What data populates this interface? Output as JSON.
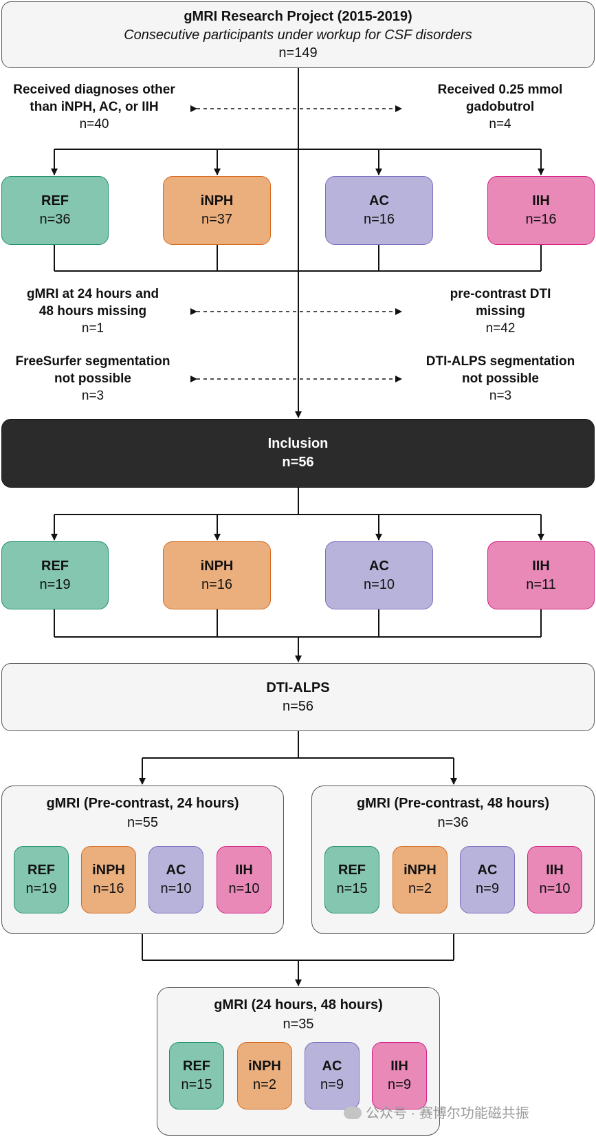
{
  "project": {
    "title": "gMRI Research Project (2015-2019)",
    "subtitle": "Consecutive participants under workup for CSF disorders",
    "n": "n=149"
  },
  "exclusions": {
    "other_diagnoses": {
      "lines": [
        "Received diagnoses other",
        "than iNPH, AC, or IIH"
      ],
      "n": "n=40"
    },
    "gadobutrol": {
      "lines": [
        "Received 0.25 mmol",
        "gadobutrol"
      ],
      "n": "n=4"
    },
    "gmri_missing": {
      "lines": [
        "gMRI at 24 hours and",
        "48 hours missing"
      ],
      "n": "n=1"
    },
    "dti_missing": {
      "lines": [
        "pre-contrast DTI",
        "missing"
      ],
      "n": "n=42"
    },
    "freesurfer": {
      "lines": [
        "FreeSurfer segmentation",
        "not possible"
      ],
      "n": "n=3"
    },
    "alps_seg": {
      "lines": [
        "DTI-ALPS segmentation",
        "not possible"
      ],
      "n": "n=3"
    }
  },
  "initial_groups": [
    {
      "label": "REF",
      "n": "n=36"
    },
    {
      "label": "iNPH",
      "n": "n=37"
    },
    {
      "label": "AC",
      "n": "n=16"
    },
    {
      "label": "IIH",
      "n": "n=16"
    }
  ],
  "inclusion": {
    "label": "Inclusion",
    "n": "n=56"
  },
  "included_groups": [
    {
      "label": "REF",
      "n": "n=19"
    },
    {
      "label": "iNPH",
      "n": "n=16"
    },
    {
      "label": "AC",
      "n": "n=10"
    },
    {
      "label": "IIH",
      "n": "n=11"
    }
  ],
  "dti_alps": {
    "label": "DTI-ALPS",
    "n": "n=56"
  },
  "gmri_24": {
    "title": "gMRI (Pre-contrast, 24 hours)",
    "n": "n=55",
    "groups": [
      {
        "label": "REF",
        "n": "n=19"
      },
      {
        "label": "iNPH",
        "n": "n=16"
      },
      {
        "label": "AC",
        "n": "n=10"
      },
      {
        "label": "IIH",
        "n": "n=10"
      }
    ]
  },
  "gmri_48": {
    "title": "gMRI (Pre-contrast, 48 hours)",
    "n": "n=36",
    "groups": [
      {
        "label": "REF",
        "n": "n=15"
      },
      {
        "label": "iNPH",
        "n": "n=2"
      },
      {
        "label": "AC",
        "n": "n=9"
      },
      {
        "label": "IIH",
        "n": "n=10"
      }
    ]
  },
  "gmri_both": {
    "title": "gMRI (24 hours, 48 hours)",
    "n": "n=35",
    "groups": [
      {
        "label": "REF",
        "n": "n=15"
      },
      {
        "label": "iNPH",
        "n": "n=2"
      },
      {
        "label": "AC",
        "n": "n=9"
      },
      {
        "label": "IIH",
        "n": "n=9"
      }
    ]
  },
  "colors": {
    "REF": "#85c6b0",
    "iNPH": "#ebaf7e",
    "AC": "#b8b3da",
    "IIH": "#e889b8",
    "inclusion": "#2b2b2b"
  },
  "watermark": "公众号 · 赛博尔功能磁共振"
}
